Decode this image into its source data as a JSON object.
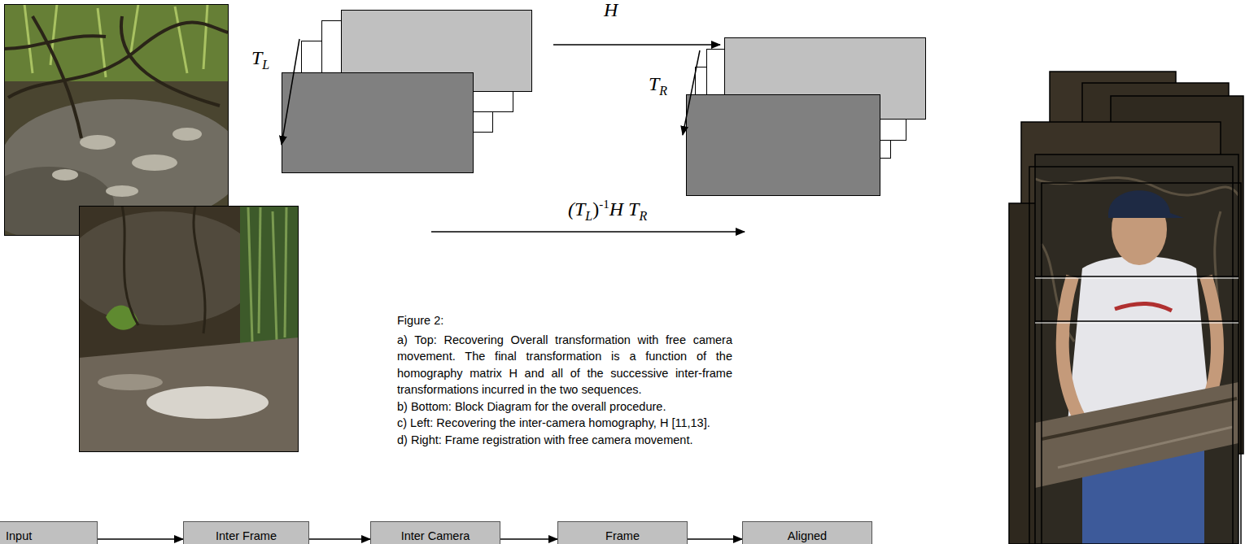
{
  "diagram": {
    "caption": "Figure 2:",
    "nodes": [
      {
        "text": [
          "Input"
        ]
      },
      {
        "text": [
          "Inter Frame"
        ]
      },
      {
        "text": [
          "Inter Camera"
        ]
      },
      {
        "text": [
          "Frame"
        ]
      },
      {
        "text": [
          "Aligned"
        ]
      }
    ],
    "edges": [
      {
        "from": 0,
        "to": 1,
        "arrow": "to"
      },
      {
        "from": 1,
        "to": 2,
        "arrow": "to"
      },
      {
        "from": 2,
        "to": 3,
        "arrow": "to"
      },
      {
        "from": 3,
        "to": 4,
        "arrow": "to"
      }
    ],
    "labels": [
      "H",
      "T",
      "L",
      "T",
      "R",
      "(T",
      "L",
      ")",
      "-1",
      "H T",
      "R",
      "a) Top: Recovering Overall transformation with free camera movement. The final transformation is a function of the homography matrix H and all of the successive inter-frame transformations incurred in the two sequences.",
      "b) Bottom: Block Diagram for the overall procedure.",
      "c) Left: Recovering the inter-camera homography, H [11,13].",
      "d) Right: Frame registration with free camera movement."
    ]
  }
}
